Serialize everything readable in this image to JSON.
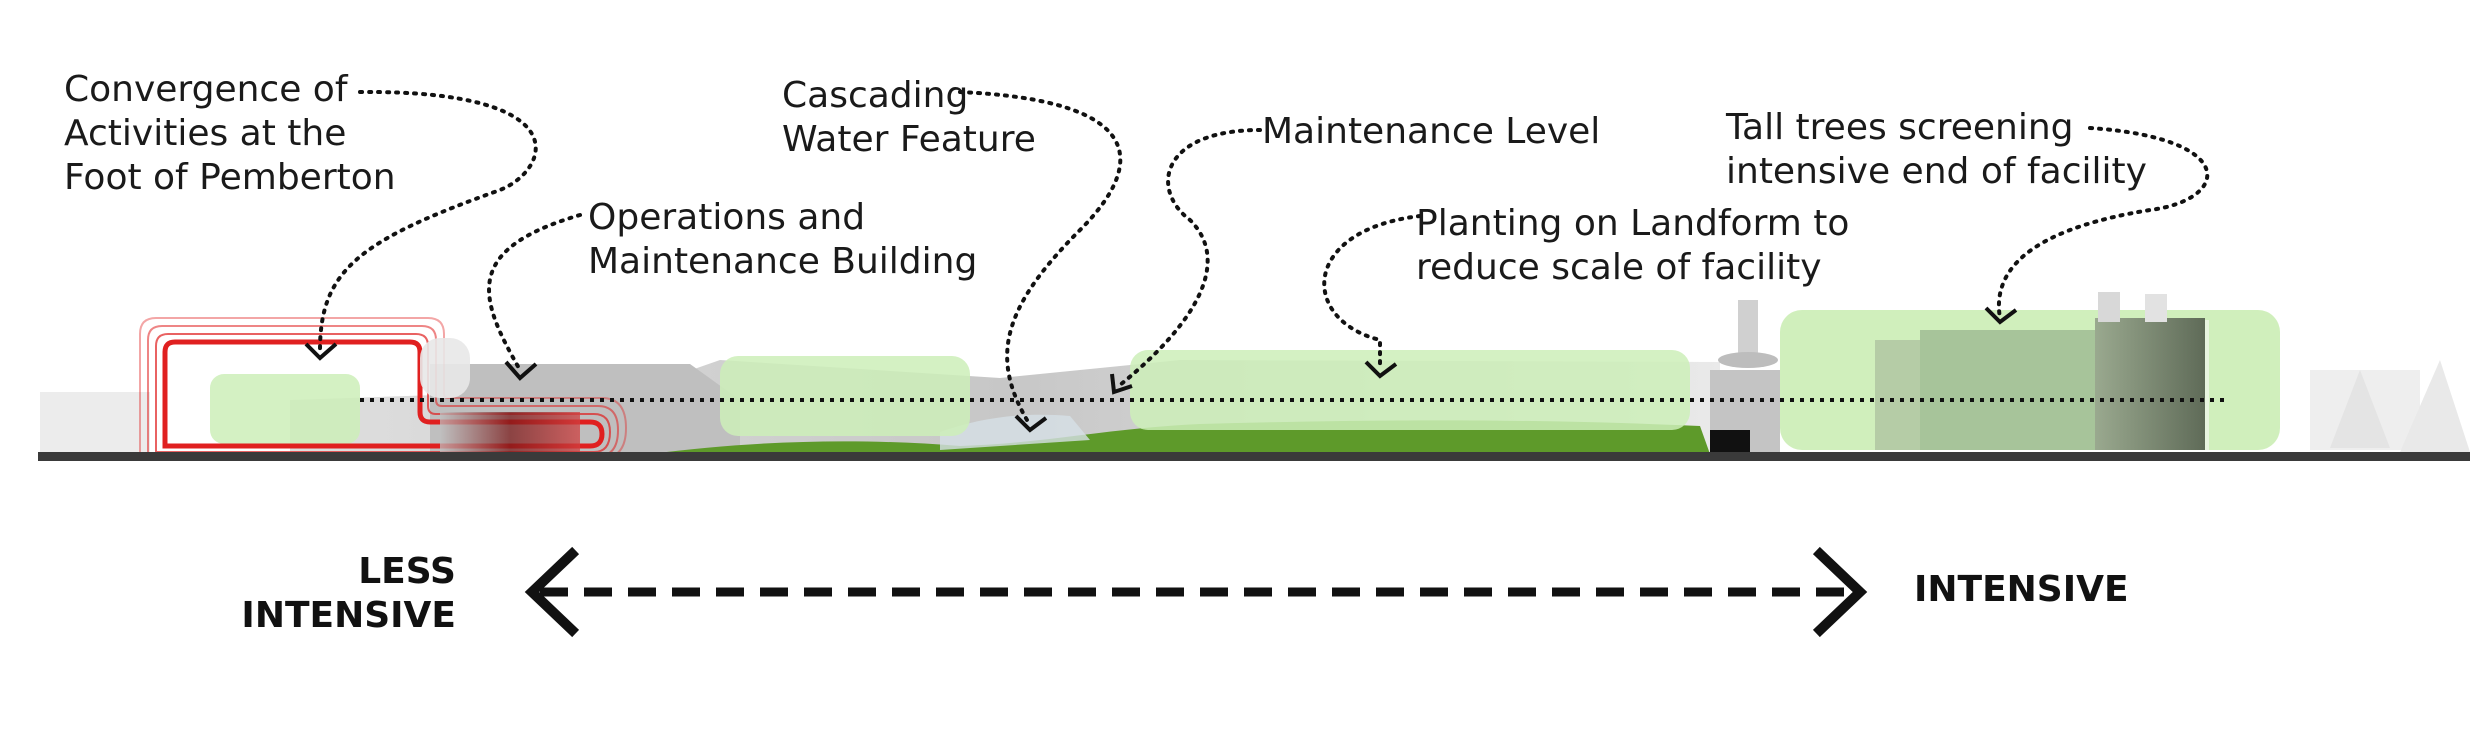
{
  "annotations": {
    "convergence": [
      "Convergence of",
      "Activities at the",
      "Foot of Pemberton"
    ],
    "operations": [
      "Operations and",
      "Maintenance Building"
    ],
    "cascading": [
      "Cascading",
      "Water Feature"
    ],
    "maintenance_level": "Maintenance Level",
    "planting": [
      "Planting on Landform to",
      "reduce scale of facility"
    ],
    "trees": [
      "Tall trees screening",
      "intensive end of facility"
    ]
  },
  "scale": {
    "less_label": [
      "LESS",
      "INTENSIVE"
    ],
    "more_label": "INTENSIVE"
  },
  "colors": {
    "ground": "#3a3a3a",
    "grass": "#5e9a2a",
    "planting_zone": "#cdeeb8",
    "building_grey": "#b8b8b8",
    "highlight_red": "#e02020",
    "text": "#1a1a1a"
  }
}
